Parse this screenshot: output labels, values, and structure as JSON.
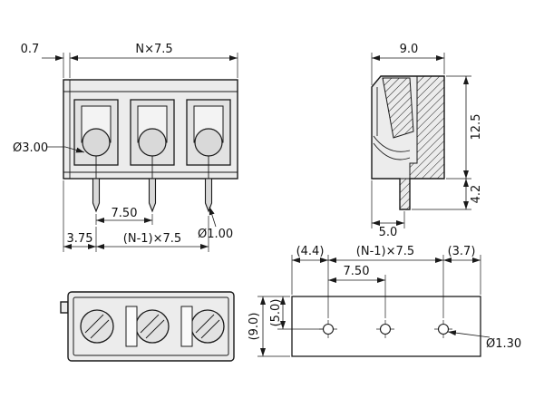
{
  "drawing": {
    "front_view": {
      "dim_wall": "0.7",
      "dim_total_width": "N×7.5",
      "dim_clamp_diameter": "Ø3.00",
      "dim_pin_pitch": "7.50",
      "dim_pin_diameter": "Ø1.00",
      "dim_edge_to_pin": "3.75",
      "dim_pin_span": "(N-1)×7.5"
    },
    "side_view": {
      "dim_depth": "9.0",
      "dim_body_height": "12.5",
      "dim_pin_length": "4.2",
      "dim_pin_offset": "5.0"
    },
    "footprint_view": {
      "dim_left_margin": "(4.4)",
      "dim_hole_span": "(N-1)×7.5",
      "dim_right_margin": "(3.7)",
      "dim_hole_pitch": "7.50",
      "dim_outline_depth": "(9.0)",
      "dim_hole_offset": "(5.0)",
      "dim_hole_diameter": "Ø1.30"
    }
  }
}
